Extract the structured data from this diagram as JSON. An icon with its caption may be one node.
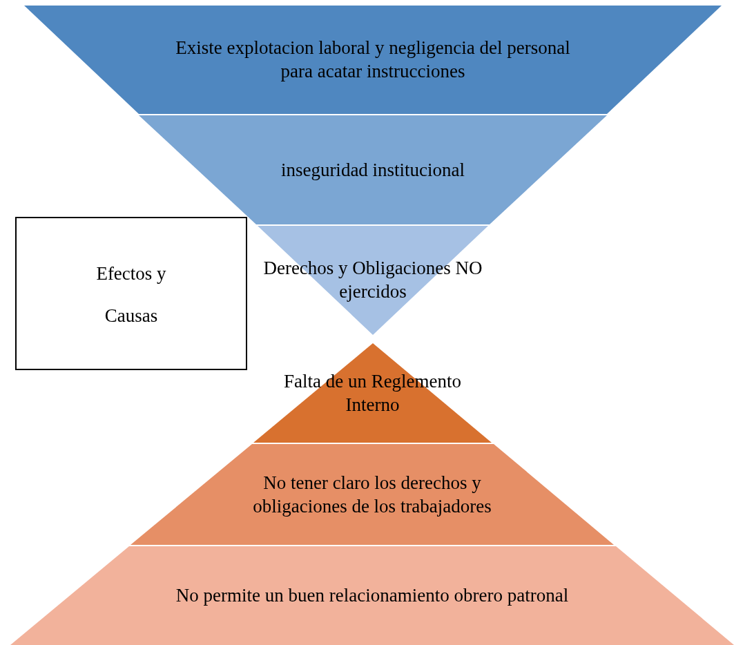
{
  "diagram": {
    "nodes": [
      {
        "text": [
          "Existe explotacion laboral y negligencia del personal para acatar instrucciones"
        ]
      },
      {
        "text": [
          "inseguridad institucional"
        ]
      },
      {
        "text": [
          "Derechos y Obligaciones NO ejercidos"
        ]
      },
      {
        "text": [
          "Falta de un Reglemento Interno"
        ]
      },
      {
        "text": [
          "No tener claro los derechos y obligaciones de los trabajadores"
        ]
      },
      {
        "text": [
          "No permite un buen relacionamiento obrero patronal"
        ]
      },
      {
        "text": [
          "Efectos y Causas"
        ]
      }
    ]
  }
}
